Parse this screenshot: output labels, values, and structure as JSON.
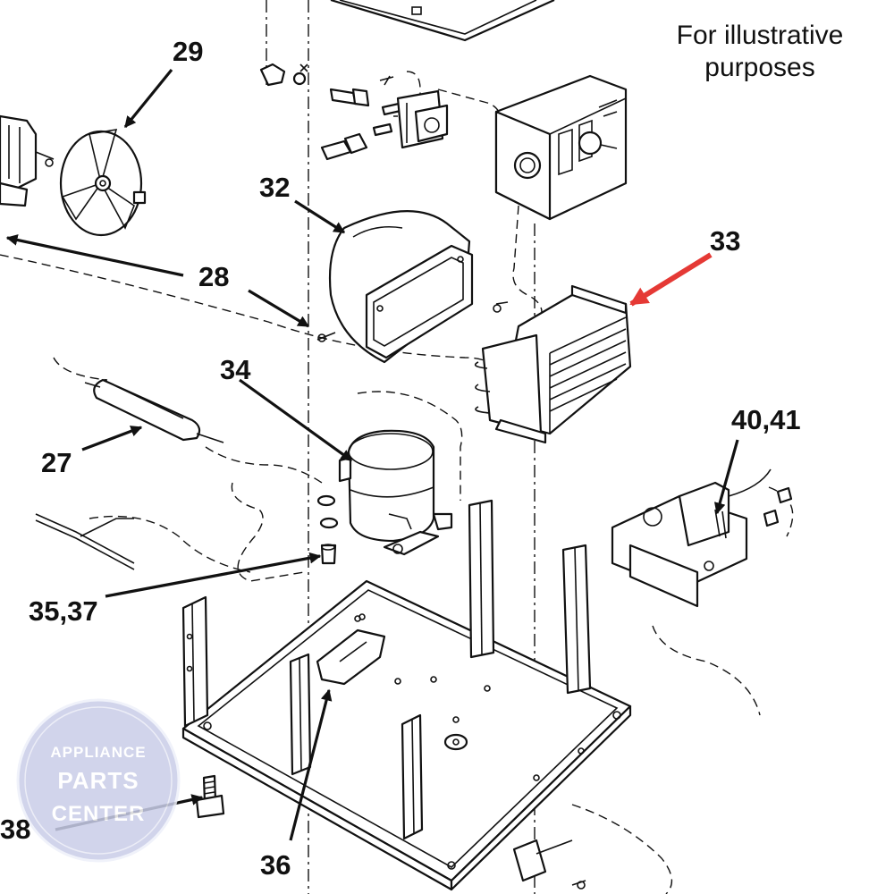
{
  "note": {
    "line1": "For illustrative",
    "line2": "purposes"
  },
  "labels": {
    "p29": "29",
    "p32": "32",
    "p33": "33",
    "p28": "28",
    "p34": "34",
    "p27": "27",
    "p4041": "40,41",
    "p3537": "35,37",
    "p38": "38",
    "p36": "36"
  },
  "watermark": {
    "line1": "APPLIANCE",
    "line2": "PARTS",
    "line3": "CENTER"
  },
  "colors": {
    "ink": "#111111",
    "accent_arrow": "#e53935",
    "watermark": "#c9cde8"
  }
}
